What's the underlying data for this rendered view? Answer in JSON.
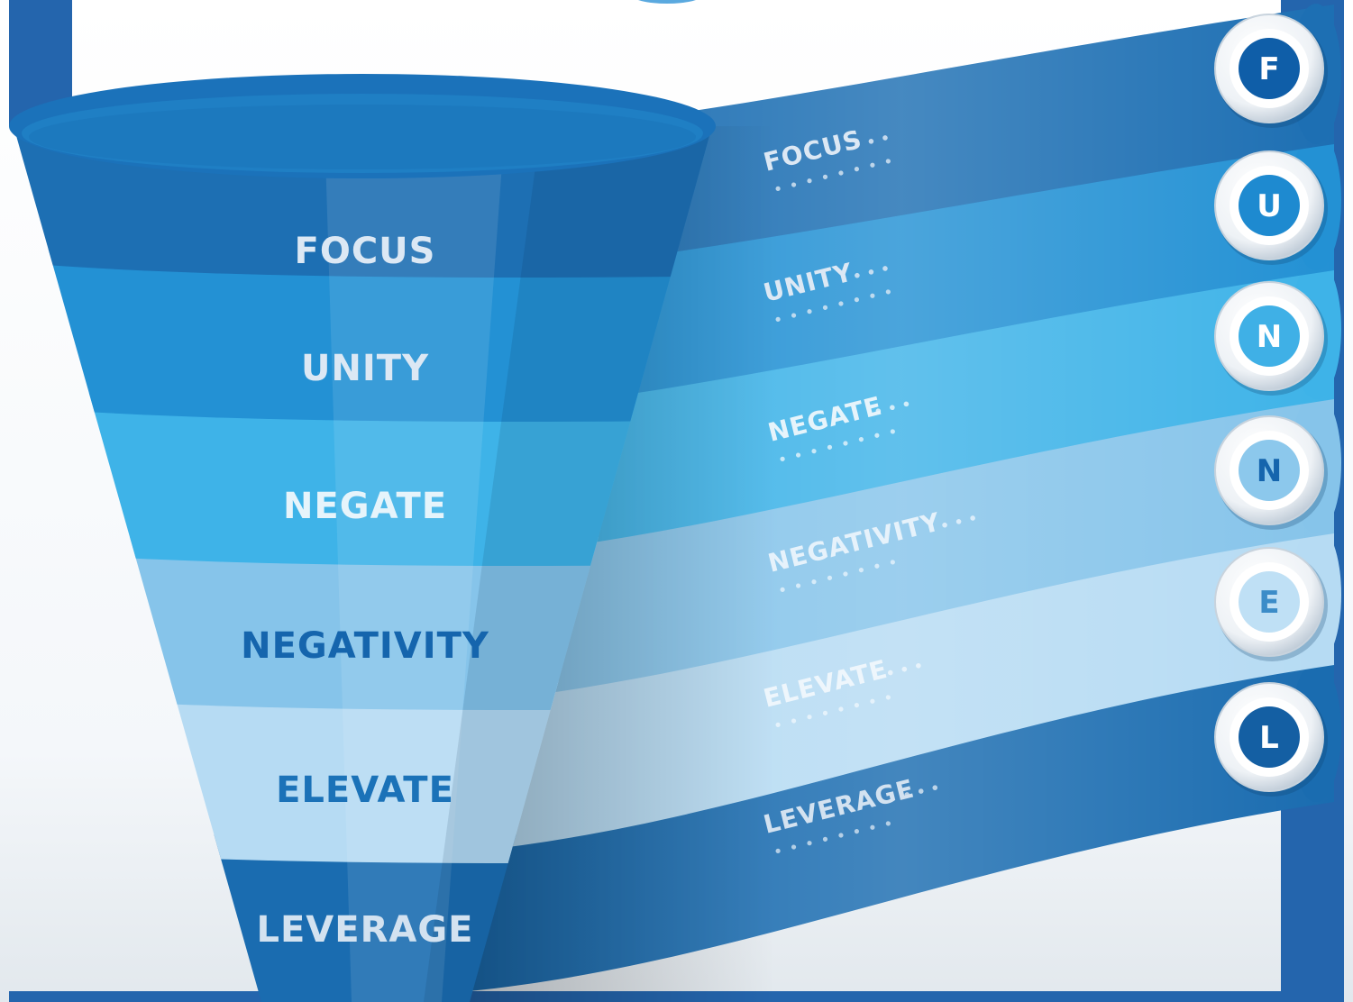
{
  "stages": [
    {
      "funnel_label": "FOCUS",
      "ribbon_label": "FOCUS",
      "badge": "F",
      "color": "#1d6fb3",
      "funnel_text_color": "#dce8f4",
      "ribbon_text_color": "#dce8f4",
      "badge_fill": "#0f5ea8",
      "badge_text": "#ffffff"
    },
    {
      "funnel_label": "UNITY",
      "ribbon_label": "UNITY",
      "badge": "U",
      "color": "#2391d4",
      "funnel_text_color": "#dce8f4",
      "ribbon_text_color": "#dce8f4",
      "badge_fill": "#1e8ad0",
      "badge_text": "#ffffff"
    },
    {
      "funnel_label": "NEGATE",
      "ribbon_label": "NEGATE",
      "badge": "N",
      "color": "#3eb3e8",
      "funnel_text_color": "#e6f4fb",
      "ribbon_text_color": "#e6f4fb",
      "badge_fill": "#3fb0e6",
      "badge_text": "#ffffff"
    },
    {
      "funnel_label": "NEGATIVITY",
      "ribbon_label": "NEGATIVITY",
      "badge": "N",
      "color": "#86c4ea",
      "funnel_text_color": "#1565ad",
      "ribbon_text_color": "#e6f2fb",
      "badge_fill": "#8cc8ec",
      "badge_text": "#1565ad"
    },
    {
      "funnel_label": "ELEVATE",
      "ribbon_label": "ELEVATE",
      "badge": "E",
      "color": "#b6dbf3",
      "funnel_text_color": "#1b72b8",
      "ribbon_text_color": "#eef6fc",
      "badge_fill": "#bfe0f5",
      "badge_text": "#3b8cc8"
    },
    {
      "funnel_label": "LEVERAGE",
      "ribbon_label": "LEVERAGE",
      "badge": "L",
      "color": "#1a6cb0",
      "funnel_text_color": "#d3e2f0",
      "ribbon_text_color": "#d3e2f0",
      "badge_fill": "#145fa3",
      "badge_text": "#ffffff"
    }
  ],
  "colors": {
    "frame": "#2465ad",
    "rim": "#1b72ba",
    "rim_top": "#1f7fc4",
    "background": "#ffffff"
  }
}
